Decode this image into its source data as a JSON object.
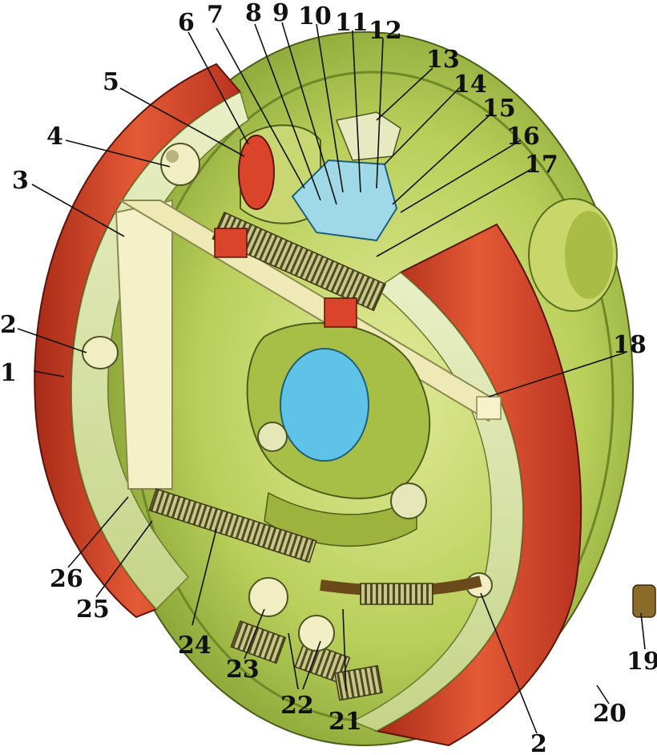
{
  "callouts": [
    {
      "id": "c1",
      "label": "1"
    },
    {
      "id": "c2a",
      "label": "2"
    },
    {
      "id": "c3",
      "label": "3"
    },
    {
      "id": "c4",
      "label": "4"
    },
    {
      "id": "c5",
      "label": "5"
    },
    {
      "id": "c6",
      "label": "6"
    },
    {
      "id": "c7",
      "label": "7"
    },
    {
      "id": "c8",
      "label": "8"
    },
    {
      "id": "c9",
      "label": "9"
    },
    {
      "id": "c10",
      "label": "10"
    },
    {
      "id": "c11",
      "label": "11"
    },
    {
      "id": "c12",
      "label": "12"
    },
    {
      "id": "c13",
      "label": "13"
    },
    {
      "id": "c14",
      "label": "14"
    },
    {
      "id": "c15",
      "label": "15"
    },
    {
      "id": "c16",
      "label": "16"
    },
    {
      "id": "c17",
      "label": "17"
    },
    {
      "id": "c18",
      "label": "18"
    },
    {
      "id": "c19",
      "label": "19"
    },
    {
      "id": "c20",
      "label": "20"
    },
    {
      "id": "c21",
      "label": "21"
    },
    {
      "id": "c22",
      "label": "22"
    },
    {
      "id": "c23",
      "label": "23"
    },
    {
      "id": "c24",
      "label": "24"
    },
    {
      "id": "c25",
      "label": "25"
    },
    {
      "id": "c26",
      "label": "26"
    },
    {
      "id": "c2b",
      "label": "2"
    }
  ],
  "colors": {
    "backing_plate": "#b9cf5a",
    "backing_plate_dark": "#7e9a2e",
    "lining": "#d9442a",
    "lining_dark": "#a82a18",
    "shoe_web": "#f4f1c8",
    "hub_window": "#5ec3e6",
    "adjuster": "#9fd8e6",
    "spring": "#5a5a2a",
    "ink": "#111111"
  }
}
